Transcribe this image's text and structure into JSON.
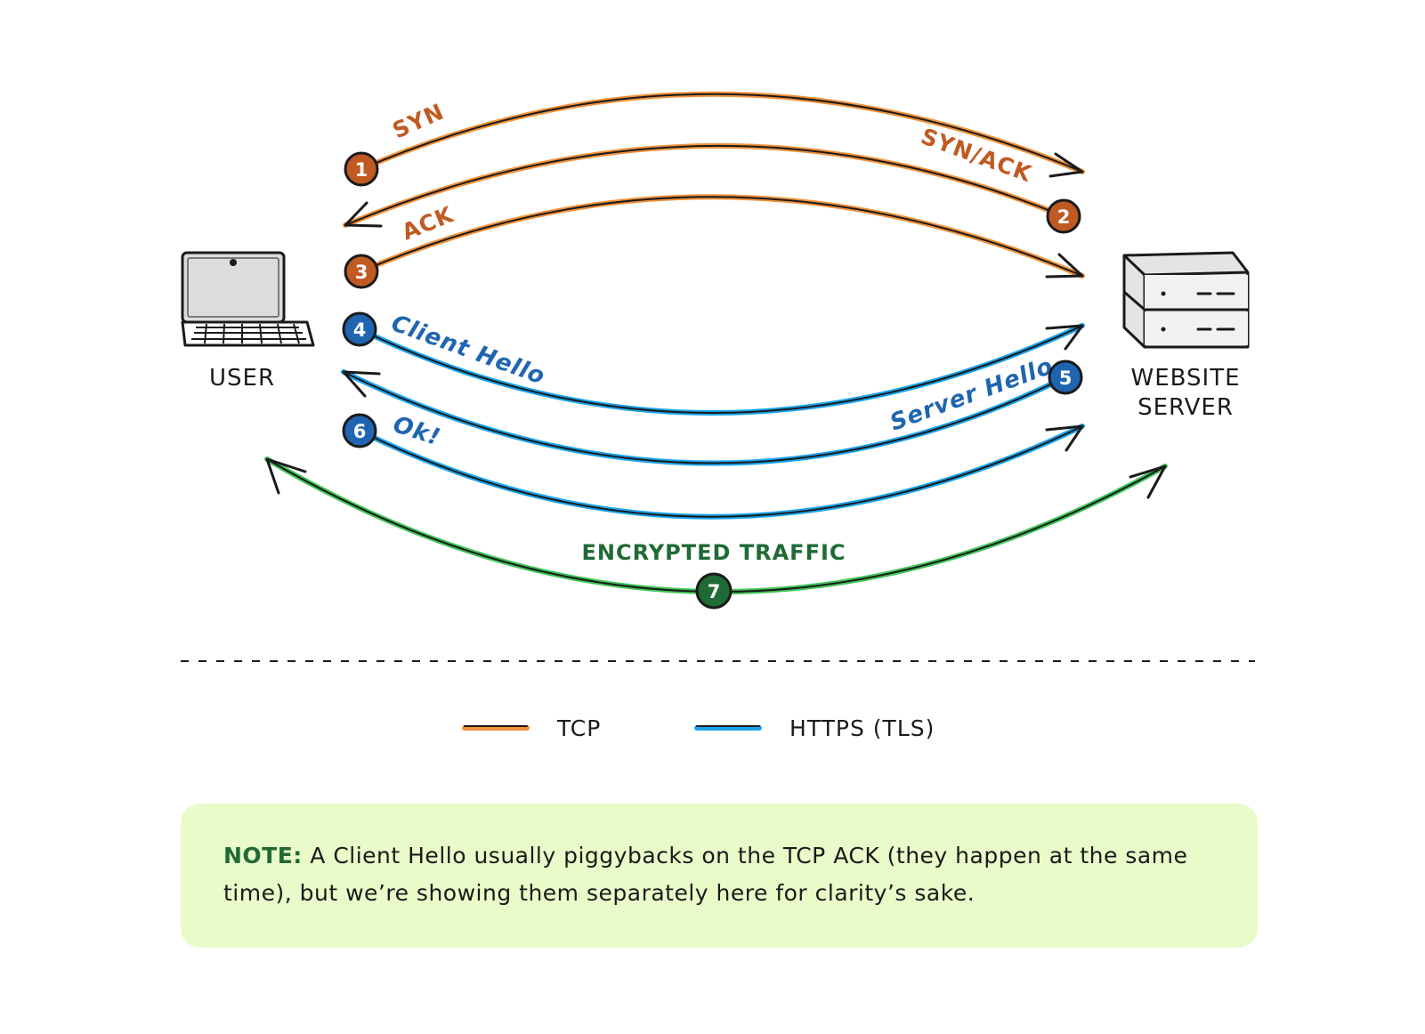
{
  "nodes": {
    "user": {
      "label": "USER"
    },
    "server": {
      "label_line1": "WEBSITE",
      "label_line2": "SERVER"
    }
  },
  "steps": [
    {
      "number": "1",
      "label": "SYN",
      "protocol": "tcp"
    },
    {
      "number": "2",
      "label": "SYN/ACK",
      "protocol": "tcp"
    },
    {
      "number": "3",
      "label": "ACK",
      "protocol": "tcp"
    },
    {
      "number": "4",
      "label": "Client Hello",
      "protocol": "tls"
    },
    {
      "number": "5",
      "label": "Server Hello",
      "protocol": "tls"
    },
    {
      "number": "6",
      "label": "Ok!",
      "protocol": "tls"
    },
    {
      "number": "7",
      "label": "ENCRYPTED TRAFFIC",
      "protocol": "encrypted"
    }
  ],
  "legend": {
    "tcp": "TCP",
    "tls": "HTTPS (TLS)"
  },
  "note": {
    "label": "NOTE:",
    "text": "A Client Hello usually piggybacks on the TCP ACK (they happen at the same time), but we’re showing them separately here for clarity’s sake."
  },
  "colors": {
    "tcp": "#f0913a",
    "tls": "#1aa3ec",
    "encrypted": "#3fc456",
    "badge_tcp": "#c05a22",
    "badge_tls": "#1f65b0",
    "badge_encrypted": "#1f6a35",
    "note_background": "#e9fbc9"
  }
}
